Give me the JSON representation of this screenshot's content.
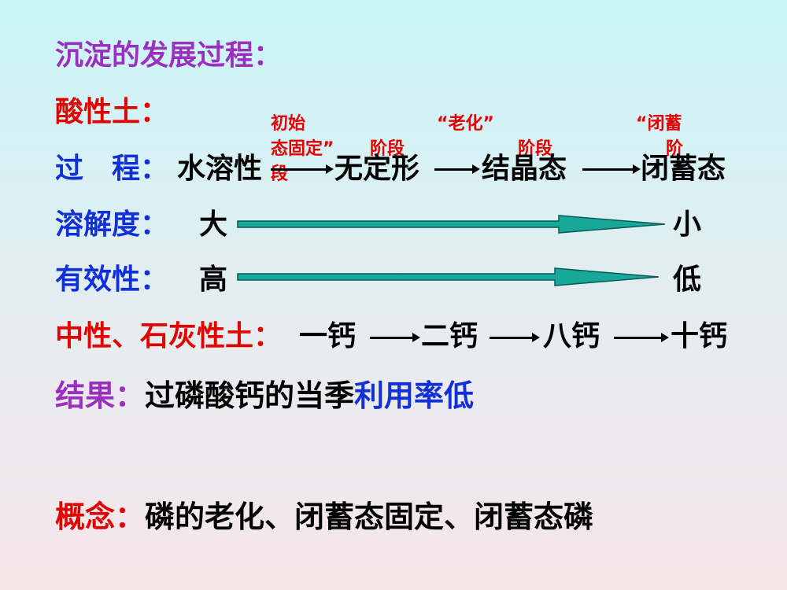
{
  "title": "沉淀的发展过程：",
  "acid_soil": "酸性土：",
  "process": {
    "label": "过　程：",
    "stages": [
      "水溶性",
      "无定形",
      "结晶态",
      "闭蓄态"
    ],
    "phase_labels": [
      {
        "line1": "初始",
        "line2": "态固定”",
        "line3": "段"
      },
      {
        "line1": "阶段",
        "line2": "",
        "line3": ""
      },
      {
        "line1": "“老化”",
        "line2": "",
        "line3": ""
      },
      {
        "line1": "阶段",
        "line2": "",
        "line3": ""
      },
      {
        "line1": "“闭蓄",
        "line2": "阶",
        "line3": ""
      }
    ]
  },
  "solubility": {
    "label": "溶解度：",
    "from": "大",
    "to": "小"
  },
  "availability": {
    "label": "有效性：",
    "from": "高",
    "to": "低"
  },
  "neutral_soil": {
    "label": "中性、石灰性土：",
    "stages": [
      "一钙",
      "二钙",
      "八钙",
      "十钙"
    ]
  },
  "result": {
    "label": "结果：",
    "text": "过磷酸钙的当季",
    "highlight": "利用率低"
  },
  "concept": {
    "label": "概念：",
    "text": "磷的老化、闭蓄态固定、闭蓄态磷"
  },
  "colors": {
    "purple": "#9b2fbf",
    "red": "#e00000",
    "blue": "#1230d8",
    "arrow_fill": "#18a89a"
  }
}
